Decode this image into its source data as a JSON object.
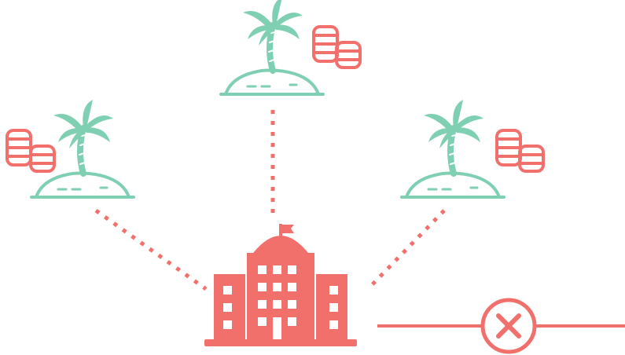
{
  "colors": {
    "coral": "#f2706b",
    "mint": "#7fcfb3",
    "background": "#ffffff"
  },
  "diagram": {
    "center_node": {
      "icon": "government-building-icon"
    },
    "islands": [
      {
        "name": "left",
        "icon": "palm-island-icon",
        "coins_icon": "coin-stacks-icon",
        "coins_side": "left"
      },
      {
        "name": "top",
        "icon": "palm-island-icon",
        "coins_icon": "coin-stacks-icon",
        "coins_side": "right"
      },
      {
        "name": "right",
        "icon": "palm-island-icon",
        "coins_icon": "coin-stacks-icon",
        "coins_side": "right"
      }
    ],
    "connectors": {
      "style": "dotted"
    },
    "blocked_line": {
      "icon": "blocked-x-icon"
    }
  }
}
